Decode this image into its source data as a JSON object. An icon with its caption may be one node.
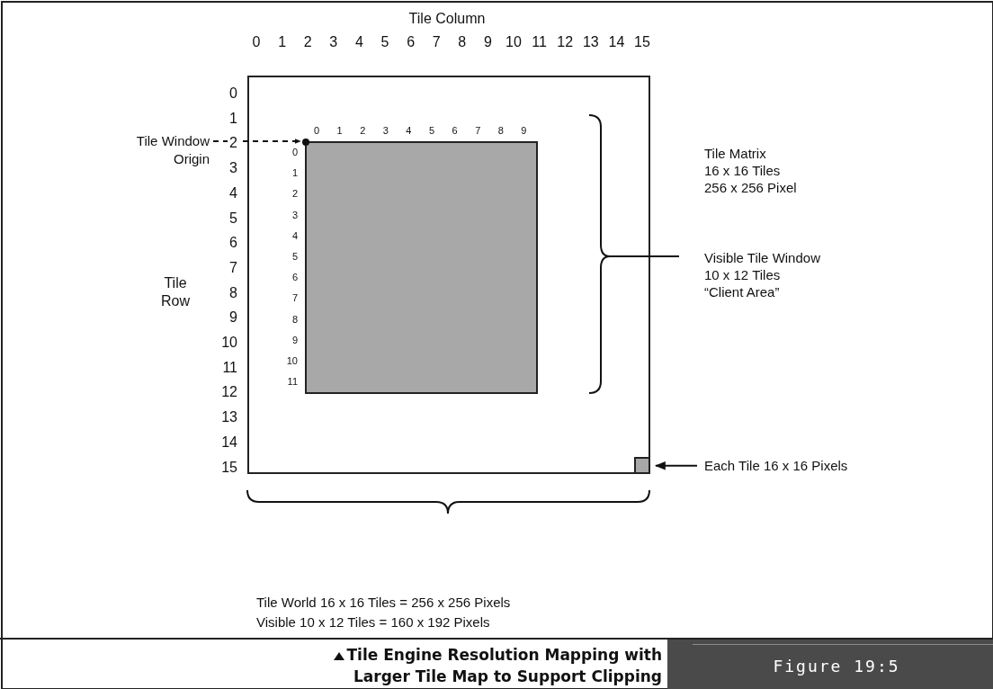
{
  "diagram": {
    "caption": "Tile Engine Resolution Mapping with Larger Tile Map to Support Clipping",
    "nodes": [
      {
        "text": [],
        "shape": "box"
      },
      {
        "text": [
          "Tile Window Origin"
        ]
      },
      {
        "text": [],
        "shape": "box",
        "in": 0
      },
      {
        "text": [],
        "shape": "box",
        "in": 0
      },
      {
        "text": [
          "Each Tile 16 x 16 Pixels"
        ]
      }
    ],
    "edges": [
      {
        "from": 1,
        "to": 2,
        "arrow": "to",
        "style": "dashed"
      },
      {
        "from": 4,
        "to": 3,
        "arrow": "to"
      }
    ],
    "labels": [
      "Tile Column",
      "0",
      "1",
      "2",
      "3",
      "4",
      "5",
      "6",
      "7",
      "8",
      "9",
      "10",
      "11",
      "12",
      "13",
      "14",
      "15",
      "0",
      "1",
      "2",
      "3",
      "4",
      "5",
      "6",
      "7",
      "8",
      "9",
      "10",
      "11",
      "12",
      "13",
      "14",
      "15",
      "0",
      "1",
      "2",
      "3",
      "4",
      "5",
      "6",
      "7",
      "8",
      "9",
      "0",
      "1",
      "2",
      "3",
      "4",
      "5",
      "6",
      "7",
      "8",
      "9",
      "10",
      "11",
      "Tile Row",
      "Tile Matrix 16 x 16 Tiles 256 x 256 Pixel",
      "Visible Tile Window 10 x 12 Tiles “Client Area”",
      "Tile World 16 x 16 Tiles = 256 x 256 Pixels",
      "Visible 10 x 12 Tiles = 160 x 192 Pixels",
      "Figure 19:5"
    ]
  }
}
